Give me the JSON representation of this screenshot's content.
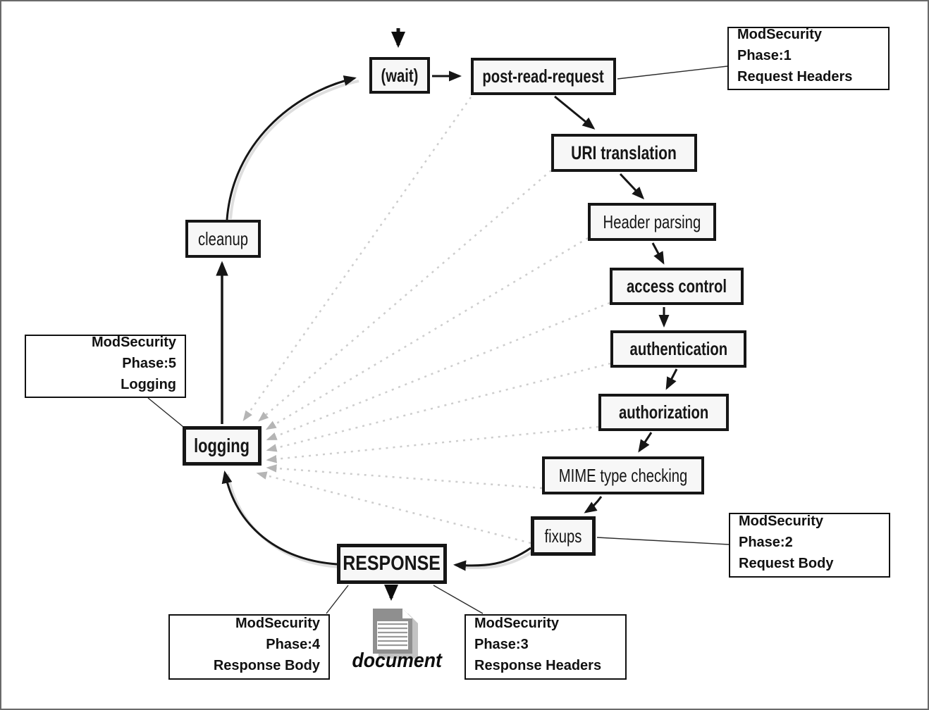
{
  "nodes": {
    "wait": {
      "label": "(wait)"
    },
    "post_read_request": {
      "label": "post-read-request"
    },
    "uri_translation": {
      "label": "URI translation"
    },
    "header_parsing": {
      "label": "Header parsing"
    },
    "access_control": {
      "label": "access control"
    },
    "authentication": {
      "label": "authentication"
    },
    "authorization": {
      "label": "authorization"
    },
    "mime_type_checking": {
      "label": "MIME type checking"
    },
    "fixups": {
      "label": "fixups"
    },
    "response": {
      "label": "RESPONSE"
    },
    "logging": {
      "label": "logging"
    },
    "cleanup": {
      "label": "cleanup"
    }
  },
  "annotations": {
    "phase1": {
      "line1": "ModSecurity Phase:1",
      "line2": "Request Headers"
    },
    "phase2": {
      "line1": "ModSecurity Phase:2",
      "line2": "Request Body"
    },
    "phase3": {
      "line1": "ModSecurity Phase:3",
      "line2": "Response Headers"
    },
    "phase4": {
      "line1": "ModSecurity Phase:4",
      "line2": "Response Body"
    },
    "phase5": {
      "line1": "ModSecurity Phase:5",
      "line2": "Logging"
    }
  },
  "document_label": "document",
  "icons": {
    "document": "document-icon",
    "entry_arrow": "down-arrow-icon"
  },
  "colors": {
    "node_fill": "#f7f7f7",
    "node_border": "#161616",
    "dashed_line": "#cdcdcd",
    "dashed_arrowhead": "#b5b5b5",
    "arc_shadow": "#dedede",
    "frame": "#6a6a6a",
    "doc_page": "#8f8f8f",
    "doc_shadow": "#c3c3c3"
  }
}
